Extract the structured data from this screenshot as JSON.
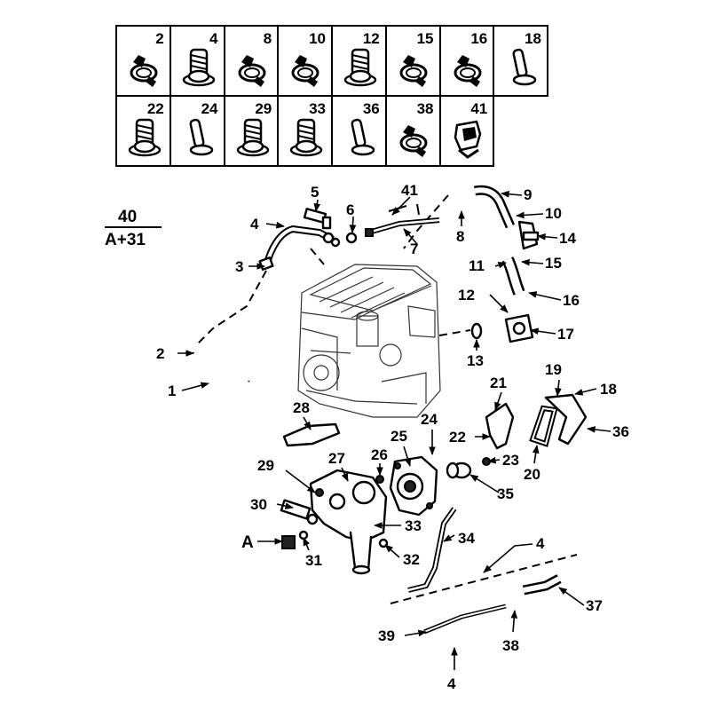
{
  "legend": {
    "row1": [
      "2",
      "4",
      "8",
      "10",
      "12",
      "15",
      "16",
      "18"
    ],
    "row2": [
      "22",
      "24",
      "29",
      "33",
      "36",
      "38",
      "41",
      ""
    ],
    "icons_row1": [
      "hose-clamp-icon",
      "flange-bolt-icon",
      "hose-clamp-icon",
      "hose-clamp-icon",
      "flange-bolt-icon",
      "hose-clamp-icon",
      "hose-clamp-icon",
      "stud-pin-icon"
    ],
    "icons_row2": [
      "flange-bolt-icon",
      "stud-pin-icon",
      "flange-bolt-icon",
      "flange-bolt-icon",
      "stud-pin-icon",
      "hose-clamp-icon",
      "bracket-clip-icon",
      ""
    ]
  },
  "fraction": {
    "numerator": "40",
    "denominator": "A+31"
  },
  "callouts": {
    "c1": "1",
    "c2": "2",
    "c3": "3",
    "c4a": "4",
    "c5": "5",
    "c6": "6",
    "c7": "7",
    "c8": "8",
    "c9": "9",
    "c10": "10",
    "c11": "11",
    "c12": "12",
    "c13": "13",
    "c14": "14",
    "c15": "15",
    "c16": "16",
    "c17": "17",
    "c18": "18",
    "c19": "19",
    "c20": "20",
    "c21": "21",
    "c22": "22",
    "c23": "23",
    "c24": "24",
    "c25": "25",
    "c26": "26",
    "c27": "27",
    "c28": "28",
    "c29": "29",
    "c30": "30",
    "cA": "A",
    "c31": "31",
    "c32": "32",
    "c33": "33",
    "c34": "34",
    "c35": "35",
    "c36": "36",
    "c37": "37",
    "c38": "38",
    "c39": "39",
    "c4b": "4",
    "c4c": "4",
    "c41": "41"
  }
}
